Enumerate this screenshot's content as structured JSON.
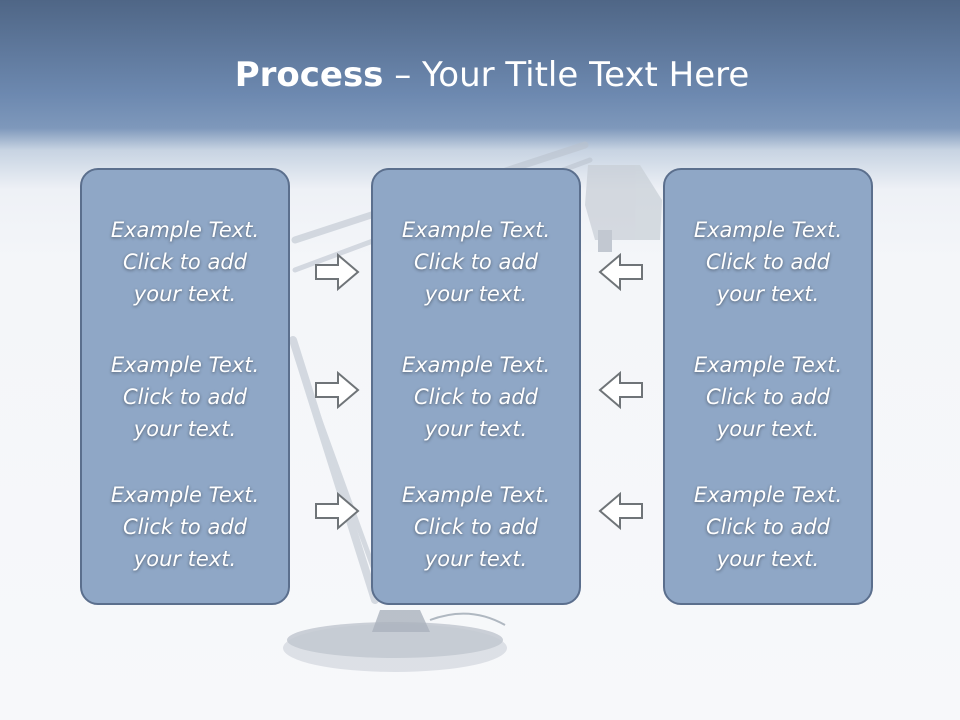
{
  "slide": {
    "title_bold": "Process",
    "title_rest": " – Your Title Text Here",
    "columns": [
      {
        "items": [
          {
            "line1": "Example Text.",
            "line2": "Click  to add",
            "line3": "your text."
          },
          {
            "line1": "Example Text.",
            "line2": "Click  to add",
            "line3": "your text."
          },
          {
            "line1": "Example Text.",
            "line2": "Click  to add",
            "line3": "your text."
          }
        ]
      },
      {
        "items": [
          {
            "line1": "Example Text.",
            "line2": "Click  to add",
            "line3": "your text."
          },
          {
            "line1": "Example Text.",
            "line2": "Click  to add",
            "line3": "your text."
          },
          {
            "line1": "Example Text.",
            "line2": "Click  to add",
            "line3": "your text."
          }
        ]
      },
      {
        "items": [
          {
            "line1": "Example Text.",
            "line2": "Click  to add",
            "line3": "your text."
          },
          {
            "line1": "Example Text.",
            "line2": "Click  to add",
            "line3": "your text."
          },
          {
            "line1": "Example Text.",
            "line2": "Click  to add",
            "line3": "your text."
          }
        ]
      }
    ],
    "arrows": {
      "left_group": [
        "arrow-right-icon",
        "arrow-right-icon",
        "arrow-right-icon"
      ],
      "right_group": [
        "arrow-left-icon",
        "arrow-left-icon",
        "arrow-left-icon"
      ]
    },
    "colors": {
      "header_blue": "#6d89b0",
      "box_fill": "#8fa7c6",
      "box_border": "#5b6f8d",
      "text": "#ffffff"
    }
  }
}
